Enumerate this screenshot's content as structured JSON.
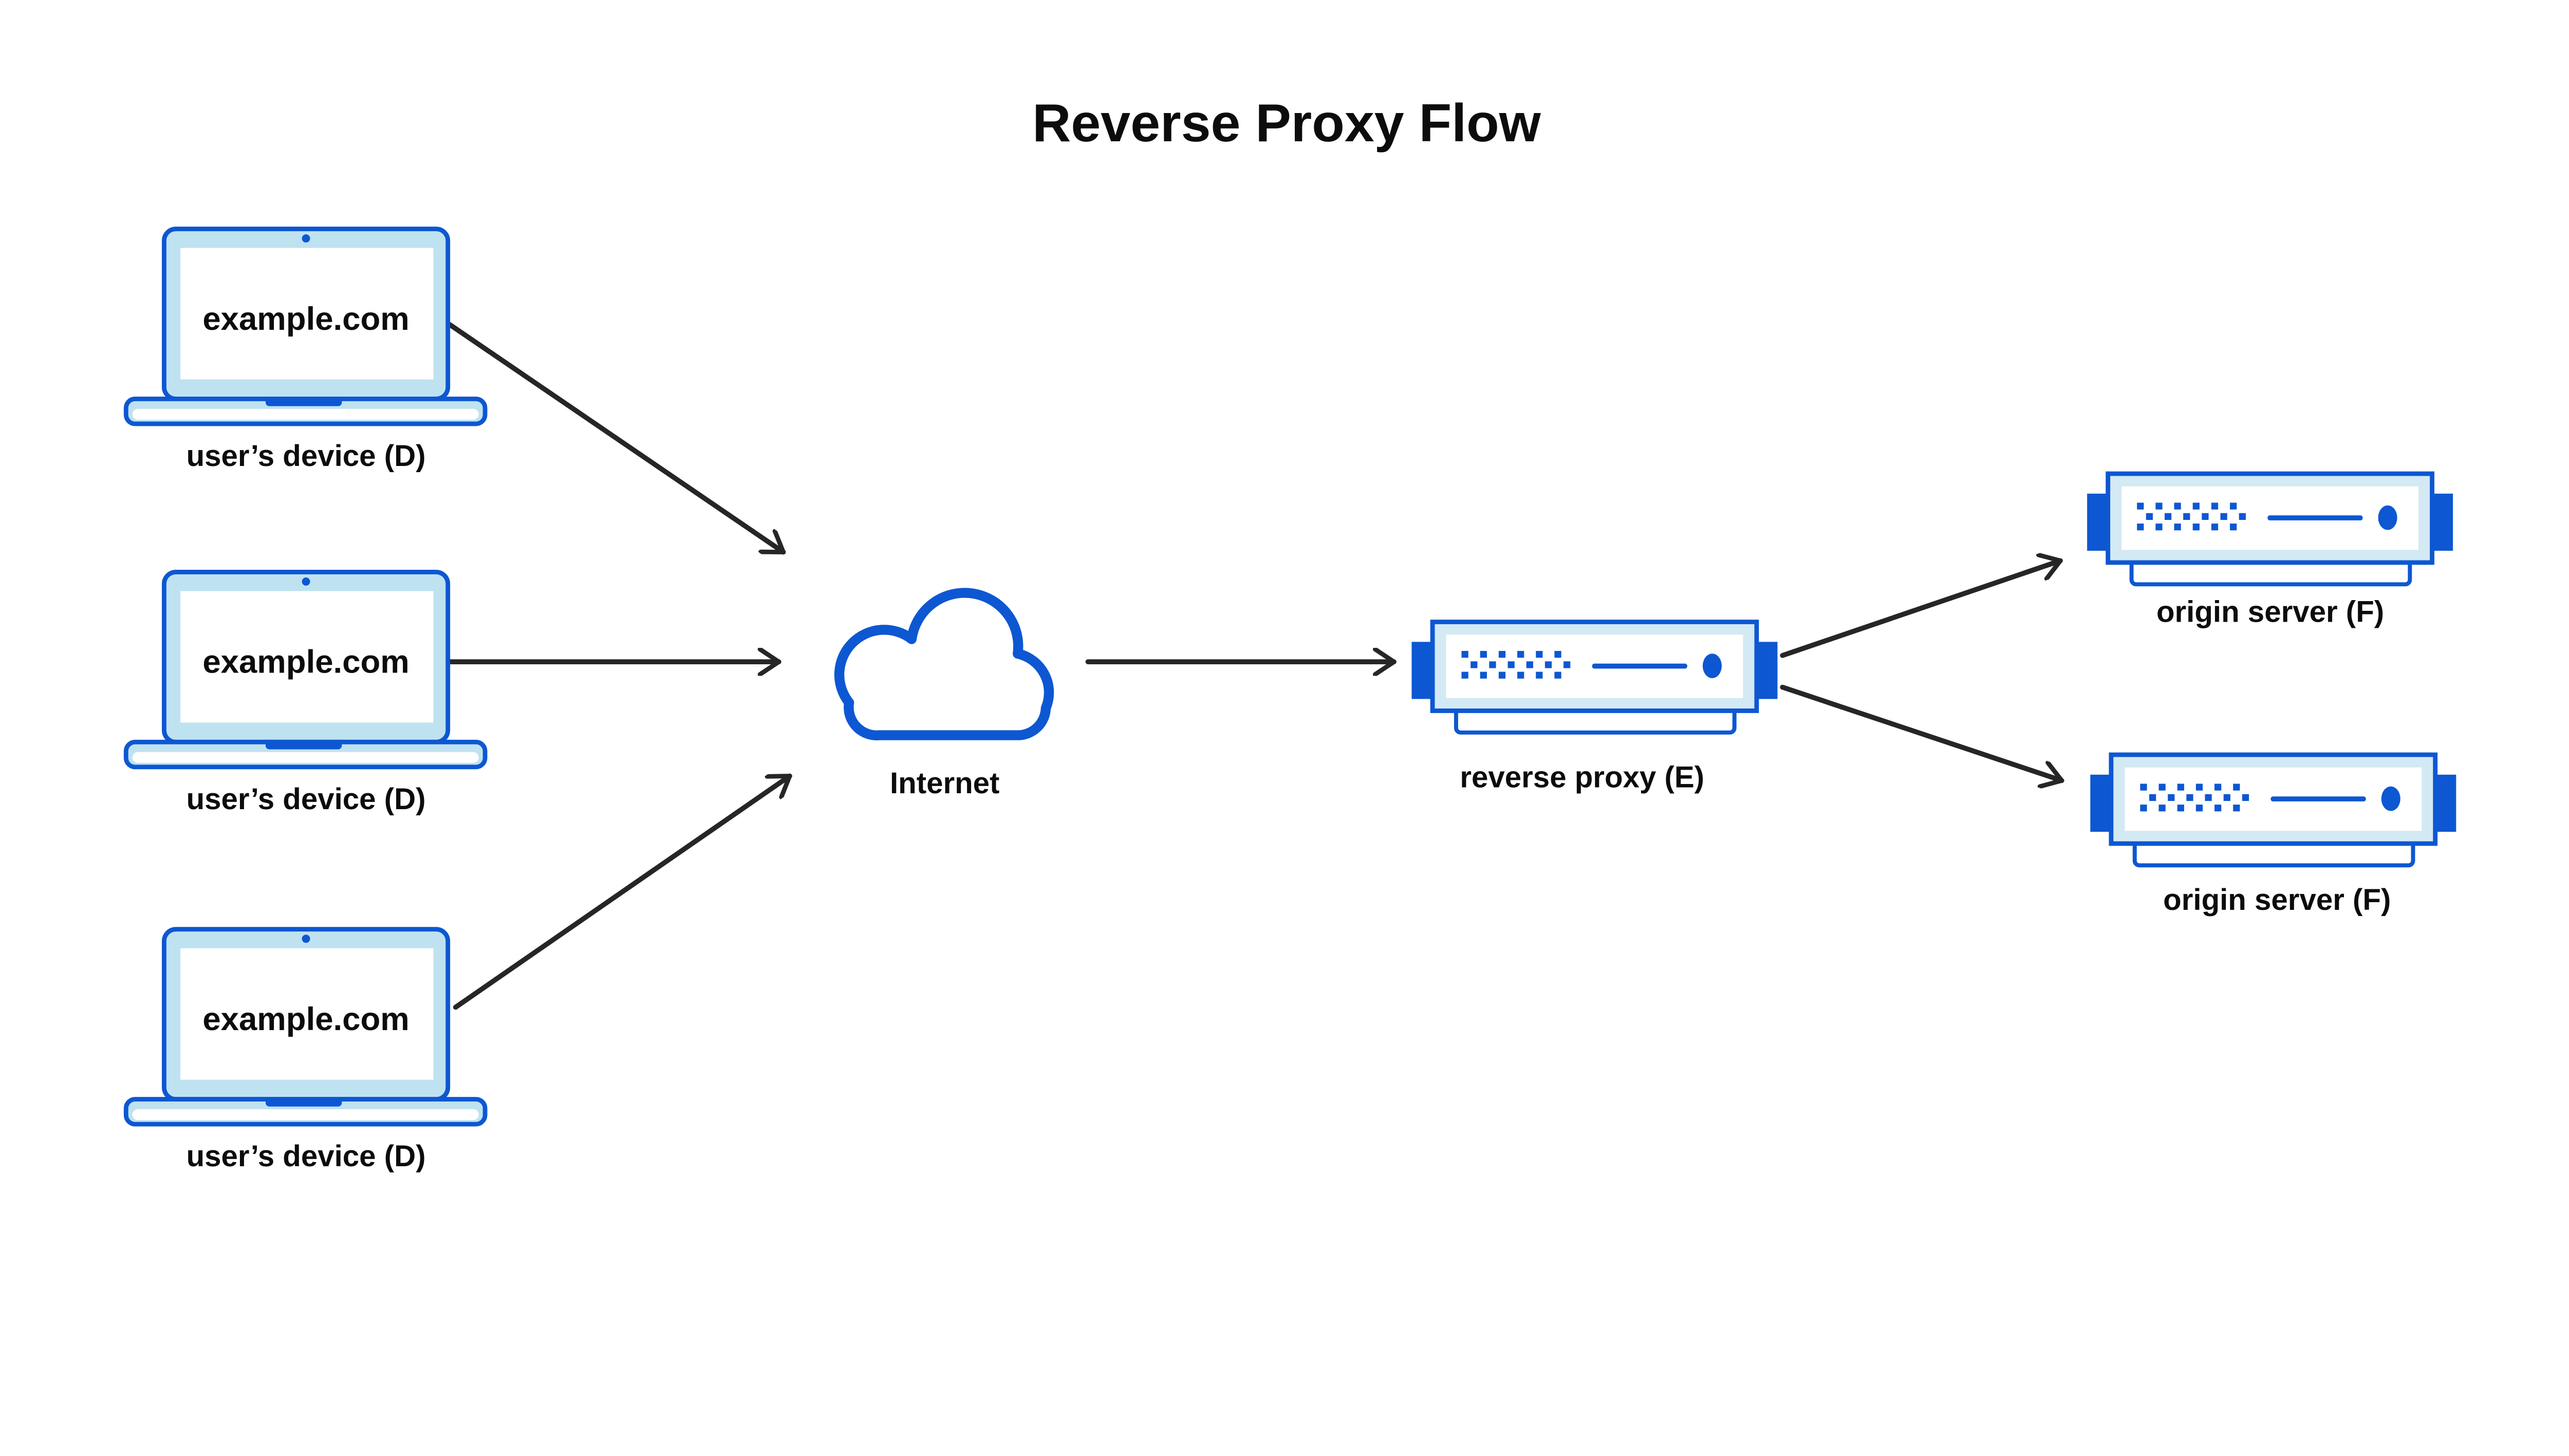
{
  "title": "Reverse Proxy Flow",
  "palette": {
    "accent_blue": "#0d57d2",
    "laptop_light_blue": "#bfe2f1",
    "server_light_blue": "#d3e9f3",
    "arrow_black": "#262626",
    "ink": "#0c0c0c",
    "bg": "#ffffff"
  },
  "icons": {
    "internet": "cloud-icon",
    "device": "laptop-icon",
    "proxy": "rack-server-icon",
    "origin": "rack-server-icon"
  },
  "nodes": {
    "devices": [
      {
        "screen_text": "example.com",
        "label": "user’s device (D)"
      },
      {
        "screen_text": "example.com",
        "label": "user’s device (D)"
      },
      {
        "screen_text": "example.com",
        "label": "user’s device (D)"
      }
    ],
    "internet": {
      "label": "Internet"
    },
    "reverse_proxy": {
      "label": "reverse proxy (E)"
    },
    "origin_servers": [
      {
        "label": "origin server (F)"
      },
      {
        "label": "origin server (F)"
      }
    ]
  },
  "edges": [
    {
      "from": "user-device-1",
      "to": "internet"
    },
    {
      "from": "user-device-2",
      "to": "internet"
    },
    {
      "from": "user-device-3",
      "to": "internet"
    },
    {
      "from": "internet",
      "to": "reverse-proxy"
    },
    {
      "from": "reverse-proxy",
      "to": "origin-server-1"
    },
    {
      "from": "reverse-proxy",
      "to": "origin-server-2"
    }
  ]
}
